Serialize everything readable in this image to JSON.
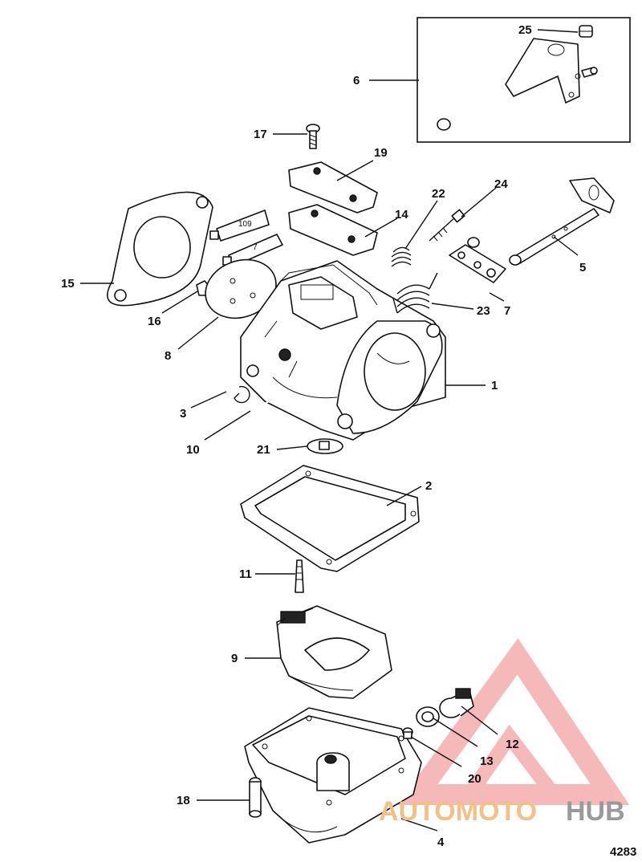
{
  "figure_number": "4283",
  "callouts": [
    "1",
    "2",
    "3",
    "4",
    "5",
    "6",
    "7",
    "8",
    "9",
    "10",
    "11",
    "12",
    "13",
    "14",
    "15",
    "16",
    "17",
    "18",
    "19",
    "20",
    "21",
    "22",
    "23",
    "24",
    "25"
  ],
  "tube_labels": [
    "109",
    "7"
  ],
  "watermark": {
    "brand_part1": "AUTOMOTO",
    "brand_part2": "HUB",
    "accent_color": "#f08080"
  }
}
